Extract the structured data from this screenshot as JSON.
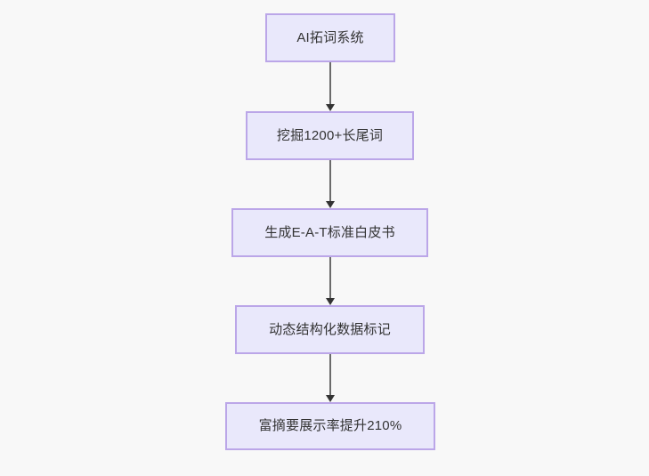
{
  "diagram": {
    "type": "flowchart",
    "orientation": "top-to-bottom",
    "background_color": "#f8f8f8",
    "node_fill_color": "#e9e8fb",
    "node_border_color": "#bba6e8",
    "node_text_color": "#333333",
    "edge_color": "#6b6b6b",
    "arrowhead_color": "#333333",
    "nodes": [
      {
        "id": "n1",
        "label": "AI拓词系统"
      },
      {
        "id": "n2",
        "label": "挖掘1200+长尾词"
      },
      {
        "id": "n3",
        "label": "生成E-A-T标准白皮书"
      },
      {
        "id": "n4",
        "label": "动态结构化数据标记"
      },
      {
        "id": "n5",
        "label": "富摘要展示率提升210%"
      }
    ],
    "edges": [
      {
        "id": "e1",
        "from": "n1",
        "to": "n2",
        "label": ""
      },
      {
        "id": "e2",
        "from": "n2",
        "to": "n3",
        "label": ""
      },
      {
        "id": "e3",
        "from": "n3",
        "to": "n4",
        "label": ""
      },
      {
        "id": "e4",
        "from": "n4",
        "to": "n5",
        "label": ""
      }
    ]
  }
}
